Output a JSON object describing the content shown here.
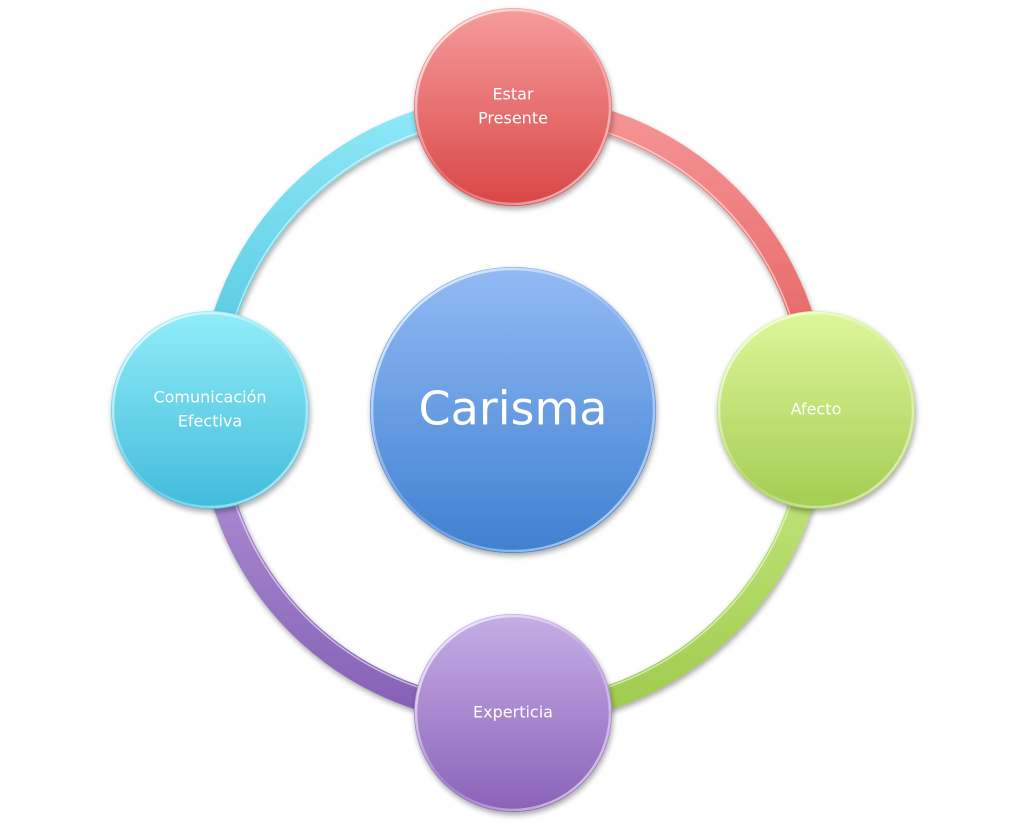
{
  "diagram": {
    "center": {
      "label": "Carisma",
      "color_top": "#93BBF5",
      "color_bottom": "#3F80D0"
    },
    "nodes": [
      {
        "id": "estar-presente",
        "lines": [
          "Estar",
          "Presente"
        ],
        "color_top": "#F69C9C",
        "color_bottom": "#D94646",
        "arc_color_top": "#F69595",
        "arc_color_bottom": "#E25A5A"
      },
      {
        "id": "afecto",
        "lines": [
          "Afecto"
        ],
        "color_top": "#DDF79A",
        "color_bottom": "#A3CC52",
        "arc_color_top": "#C9EC85",
        "arc_color_bottom": "#9FCB4E"
      },
      {
        "id": "experticia",
        "lines": [
          "Experticia"
        ],
        "color_top": "#C6AEE6",
        "color_bottom": "#8A62B8",
        "arc_color_top": "#B598DB",
        "arc_color_bottom": "#8560B5"
      },
      {
        "id": "comunicacion-efectiva",
        "lines": [
          "Comunicación",
          "Efectiva"
        ],
        "color_top": "#92EDF9",
        "color_bottom": "#41BBDB",
        "arc_color_top": "#8EE8F6",
        "arc_color_bottom": "#4CC2DF"
      }
    ]
  }
}
